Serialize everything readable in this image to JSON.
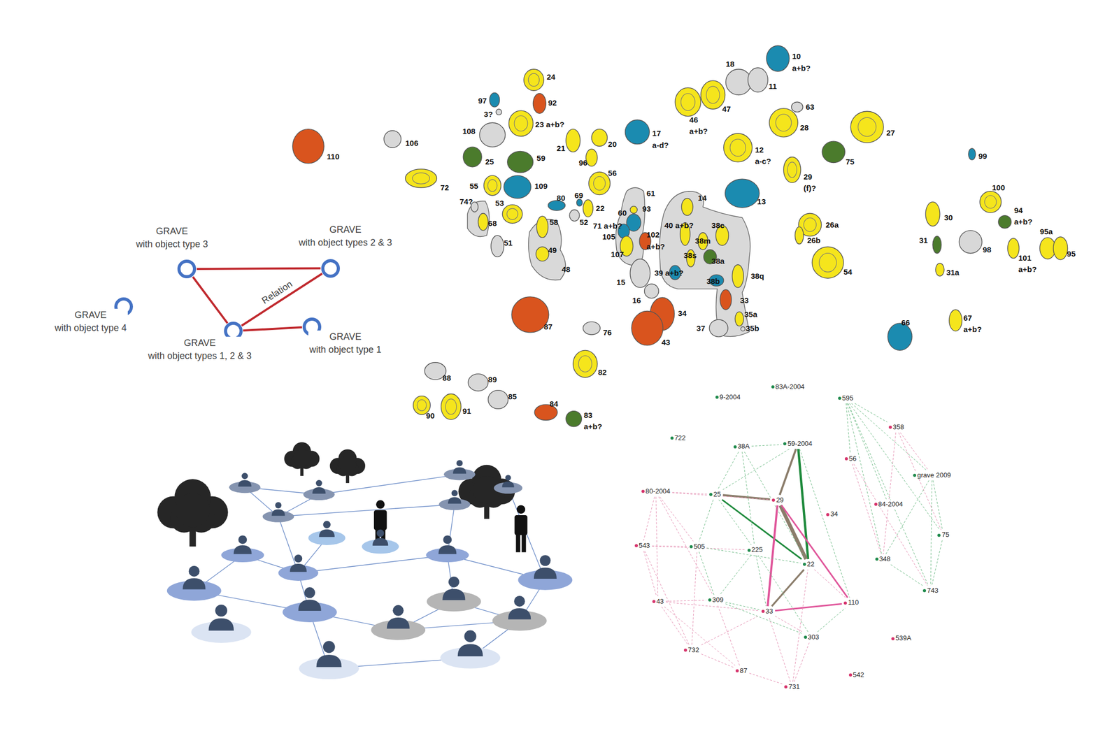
{
  "diagram": {
    "nodes": [
      {
        "text": [
          "GRAVE",
          "with object type 3"
        ]
      },
      {
        "text": [
          "GRAVE",
          "with object types 2 & 3"
        ]
      },
      {
        "text": [
          "GRAVE",
          "with object types 1, 2 & 3"
        ]
      },
      {
        "text": [
          "GRAVE",
          "with object type 1"
        ]
      },
      {
        "text": [
          "GRAVE",
          "with object type 4"
        ]
      },
      {
        "text": [
          "9-2004"
        ]
      },
      {
        "text": [
          "83A-2004"
        ]
      },
      {
        "text": [
          "595"
        ]
      },
      {
        "text": [
          "722"
        ]
      },
      {
        "text": [
          "358"
        ]
      },
      {
        "text": [
          "38A"
        ]
      },
      {
        "text": [
          "59-2004"
        ]
      },
      {
        "text": [
          "56"
        ]
      },
      {
        "text": [
          "grave 2009"
        ]
      },
      {
        "text": [
          "80-2004"
        ]
      },
      {
        "text": [
          "25"
        ]
      },
      {
        "text": [
          "29"
        ]
      },
      {
        "text": [
          "84-2004"
        ]
      },
      {
        "text": [
          "34"
        ]
      },
      {
        "text": [
          "348"
        ]
      },
      {
        "text": [
          "543"
        ]
      },
      {
        "text": [
          "75"
        ]
      },
      {
        "text": [
          "505"
        ]
      },
      {
        "text": [
          "225"
        ]
      },
      {
        "text": [
          "22"
        ]
      },
      {
        "text": [
          "743"
        ]
      },
      {
        "text": [
          "43"
        ]
      },
      {
        "text": [
          "309"
        ]
      },
      {
        "text": [
          "110"
        ]
      },
      {
        "text": [
          "33"
        ]
      },
      {
        "text": [
          "303"
        ]
      },
      {
        "text": [
          "539A"
        ]
      },
      {
        "text": [
          "732"
        ]
      },
      {
        "text": [
          "87"
        ]
      },
      {
        "text": [
          "542"
        ]
      },
      {
        "text": [
          "731"
        ]
      }
    ],
    "edges": [
      {
        "from": 0,
        "to": 1,
        "arrow": "none"
      },
      {
        "from": 0,
        "to": 2,
        "arrow": "none"
      },
      {
        "from": 1,
        "to": 2,
        "label": "Relation",
        "arrow": "none"
      },
      {
        "from": 2,
        "to": 3,
        "arrow": "none"
      },
      {
        "from": 15,
        "to": 24,
        "arrow": "none"
      },
      {
        "from": 11,
        "to": 24,
        "arrow": "none"
      },
      {
        "from": 15,
        "to": 16,
        "arrow": "none"
      },
      {
        "from": 16,
        "to": 11,
        "arrow": "none"
      },
      {
        "from": 16,
        "to": 24,
        "arrow": "none"
      },
      {
        "from": 16,
        "to": 29,
        "arrow": "none"
      },
      {
        "from": 24,
        "to": 29,
        "arrow": "none"
      },
      {
        "from": 16,
        "to": 28,
        "arrow": "none"
      },
      {
        "from": 29,
        "to": 28,
        "arrow": "none"
      },
      {
        "from": 14,
        "to": 15,
        "arrow": "none"
      },
      {
        "from": 14,
        "to": 20,
        "arrow": "none"
      },
      {
        "from": 14,
        "to": 22,
        "arrow": "none"
      },
      {
        "from": 14,
        "to": 26,
        "arrow": "none"
      },
      {
        "from": 14,
        "to": 16,
        "arrow": "none"
      },
      {
        "from": 14,
        "to": 27,
        "arrow": "none"
      },
      {
        "from": 20,
        "to": 26,
        "arrow": "none"
      },
      {
        "from": 20,
        "to": 22,
        "arrow": "none"
      },
      {
        "from": 20,
        "to": 32,
        "arrow": "none"
      },
      {
        "from": 20,
        "to": 23,
        "arrow": "none"
      },
      {
        "from": 26,
        "to": 32,
        "arrow": "none"
      },
      {
        "from": 26,
        "to": 27,
        "arrow": "none"
      },
      {
        "from": 26,
        "to": 33,
        "arrow": "none"
      },
      {
        "from": 32,
        "to": 33,
        "arrow": "none"
      },
      {
        "from": 32,
        "to": 22,
        "arrow": "none"
      },
      {
        "from": 33,
        "to": 35,
        "arrow": "none"
      },
      {
        "from": 33,
        "to": 27,
        "arrow": "none"
      },
      {
        "from": 35,
        "to": 30,
        "arrow": "none"
      },
      {
        "from": 35,
        "to": 24,
        "arrow": "none"
      },
      {
        "from": 30,
        "to": 28,
        "arrow": "none"
      },
      {
        "from": 30,
        "to": 23,
        "arrow": "none"
      },
      {
        "from": 28,
        "to": 24,
        "arrow": "none"
      },
      {
        "from": 10,
        "to": 15,
        "arrow": "none"
      },
      {
        "from": 10,
        "to": 24,
        "arrow": "none"
      },
      {
        "from": 10,
        "to": 11,
        "arrow": "none"
      },
      {
        "from": 10,
        "to": 23,
        "arrow": "none"
      },
      {
        "from": 15,
        "to": 22,
        "arrow": "none"
      },
      {
        "from": 15,
        "to": 23,
        "arrow": "none"
      },
      {
        "from": 22,
        "to": 27,
        "arrow": "none"
      },
      {
        "from": 23,
        "to": 27,
        "arrow": "none"
      },
      {
        "from": 27,
        "to": 29,
        "arrow": "none"
      },
      {
        "from": 29,
        "to": 30,
        "arrow": "none"
      },
      {
        "from": 23,
        "to": 29,
        "arrow": "none"
      },
      {
        "from": 11,
        "to": 15,
        "arrow": "none"
      },
      {
        "from": 11,
        "to": 28,
        "arrow": "none"
      },
      {
        "from": 22,
        "to": 24,
        "arrow": "none"
      },
      {
        "from": 35,
        "to": 29,
        "arrow": "none"
      },
      {
        "from": 32,
        "to": 29,
        "arrow": "none"
      },
      {
        "from": 26,
        "to": 29,
        "arrow": "none"
      },
      {
        "from": 27,
        "to": 30,
        "arrow": "none"
      },
      {
        "from": 7,
        "to": 9,
        "arrow": "none"
      },
      {
        "from": 7,
        "to": 12,
        "arrow": "none"
      },
      {
        "from": 7,
        "to": 13,
        "arrow": "none"
      },
      {
        "from": 7,
        "to": 17,
        "arrow": "none"
      },
      {
        "from": 7,
        "to": 19,
        "arrow": "none"
      },
      {
        "from": 7,
        "to": 21,
        "arrow": "none"
      },
      {
        "from": 7,
        "to": 25,
        "arrow": "none"
      },
      {
        "from": 9,
        "to": 13,
        "arrow": "none"
      },
      {
        "from": 9,
        "to": 17,
        "arrow": "none"
      },
      {
        "from": 12,
        "to": 19,
        "arrow": "none"
      },
      {
        "from": 13,
        "to": 21,
        "arrow": "none"
      },
      {
        "from": 13,
        "to": 25,
        "arrow": "none"
      },
      {
        "from": 17,
        "to": 19,
        "arrow": "none"
      },
      {
        "from": 19,
        "to": 25,
        "arrow": "none"
      },
      {
        "from": 21,
        "to": 25,
        "arrow": "none"
      },
      {
        "from": 12,
        "to": 25,
        "arrow": "none"
      },
      {
        "from": 9,
        "to": 21,
        "arrow": "none"
      },
      {
        "from": 13,
        "to": 19,
        "arrow": "none"
      }
    ],
    "labels": [
      "10",
      "a+b?",
      "18",
      "11",
      "24",
      "97",
      "92",
      "3?",
      "63",
      "47",
      "46",
      "a+b?",
      "23 a+b?",
      "28",
      "27",
      "108",
      "17",
      "a-d?",
      "106",
      "110",
      "21",
      "20",
      "12",
      "a-c?",
      "75",
      "99",
      "96",
      "25",
      "59",
      "56",
      "29",
      "(f)?",
      "55",
      "109",
      "72",
      "100",
      "61",
      "69",
      "80",
      "14",
      "13",
      "74?",
      "53",
      "22",
      "93",
      "94",
      "a+b?",
      "60",
      "30",
      "68",
      "58",
      "52",
      "71 a+b?",
      "40 a+b?",
      "38c",
      "26a",
      "95a",
      "102",
      "a+b?",
      "105",
      "26b",
      "31",
      "38m",
      "51",
      "98",
      "49",
      "95",
      "107",
      "38s",
      "101",
      "a+b?",
      "38a",
      "48",
      "54",
      "31a",
      "39 a+b?",
      "38q",
      "38b",
      "15",
      "16",
      "33",
      "34",
      "35a",
      "67",
      "a+b?",
      "66",
      "87",
      "37",
      "35b",
      "76",
      "43",
      "82",
      "88",
      "89",
      "85",
      "84",
      "91",
      "90",
      "83",
      "a+b?"
    ]
  }
}
